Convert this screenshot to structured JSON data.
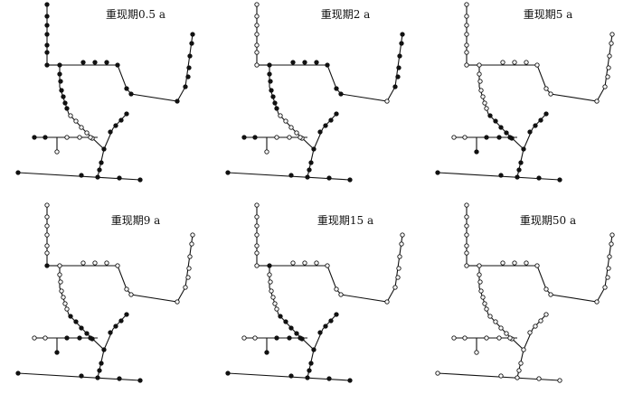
{
  "panels": [
    {
      "title": "重现期0.5 a",
      "filled_groups": [
        "nw_vertical",
        "nw_left_branch",
        "main_pipe_nodes",
        "main_pipe_turn",
        "top_pipe",
        "bend_drop",
        "right_pipe",
        "right_vertical",
        "right_branch",
        "left_branch",
        "bottom_pipe",
        "junction"
      ]
    },
    {
      "title": "重现期2 a",
      "filled_groups": [
        "main_pipe_nodes",
        "main_pipe_turn",
        "top_pipe",
        "bend_drop",
        "right_vertical",
        "right_branch",
        "left_branch",
        "bottom_pipe",
        "junction"
      ]
    },
    {
      "title": "重现期5 a",
      "filled_groups": [
        "main_pipe_lower",
        "right_branch",
        "left_branch_lower",
        "bottom_pipe",
        "junction"
      ]
    },
    {
      "title": "重现期9 a",
      "filled_groups": [
        "nw_left_branch",
        "main_pipe_lower",
        "right_branch",
        "left_branch_lower",
        "bottom_pipe",
        "junction"
      ]
    },
    {
      "title": "重现期15 a",
      "filled_groups": [
        "main_pipe_turn",
        "main_pipe_lower",
        "right_branch",
        "left_branch_lower",
        "bottom_pipe",
        "junction"
      ]
    },
    {
      "title": "重现期50 a",
      "filled_groups": []
    }
  ],
  "colors": {
    "line": "#111111",
    "filled_node": "#111111",
    "open_node": "#ffffff"
  }
}
